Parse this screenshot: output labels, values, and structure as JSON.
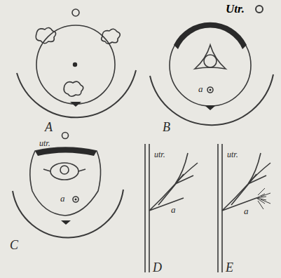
{
  "diagram": {
    "labels": [
      "Utr.",
      "A",
      "B",
      "utr.",
      "C",
      "D",
      "E",
      "utr.",
      "utr.",
      "a",
      "a",
      "a",
      "a"
    ]
  }
}
